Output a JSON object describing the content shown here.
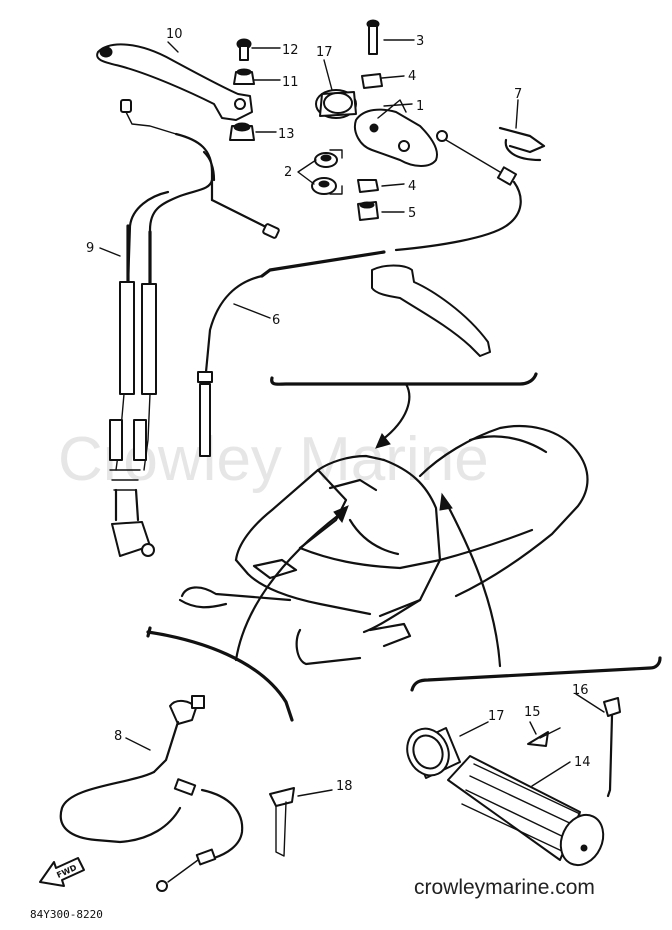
{
  "watermark": "Crowley Marine",
  "website": "crowleymarine.com",
  "diagram_code": "84Y300-8220",
  "fwd_label": "FWD",
  "callouts": {
    "c1": "1",
    "c2": "2",
    "c3": "3",
    "c4a": "4",
    "c4b": "4",
    "c5": "5",
    "c6": "6",
    "c7": "7",
    "c8": "8",
    "c9": "9",
    "c10": "10",
    "c11": "11",
    "c12": "12",
    "c13": "13",
    "c14": "14",
    "c15": "15",
    "c16": "16",
    "c17a": "17",
    "c17b": "17",
    "c18": "18"
  }
}
